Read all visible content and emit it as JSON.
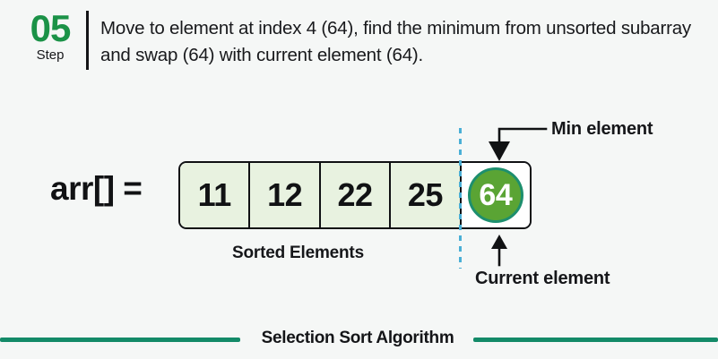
{
  "header": {
    "step_number": "05",
    "step_word": "Step",
    "description": "Move to element at index 4 (64), find the minimum from unsorted subarray and swap (64) with current element (64)."
  },
  "array": {
    "label": "arr[] =",
    "cells": [
      {
        "value": "11",
        "state": "sorted"
      },
      {
        "value": "12",
        "state": "sorted"
      },
      {
        "value": "22",
        "state": "sorted"
      },
      {
        "value": "25",
        "state": "sorted"
      },
      {
        "value": "64",
        "state": "highlight"
      }
    ]
  },
  "annotations": {
    "sorted_label": "Sorted Elements",
    "min_label": "Min element",
    "current_label": "Current element"
  },
  "footer": {
    "title": "Selection Sort Algorithm"
  },
  "colors": {
    "background": "#f5f7f6",
    "step_green": "#1b9247",
    "cell_fill": "#e8f2e0",
    "circle_fill": "#5aa434",
    "circle_ring": "#1d8f6e",
    "divider_blue": "#4aafd6",
    "footer_rule": "#138a68",
    "text": "#16171a"
  }
}
